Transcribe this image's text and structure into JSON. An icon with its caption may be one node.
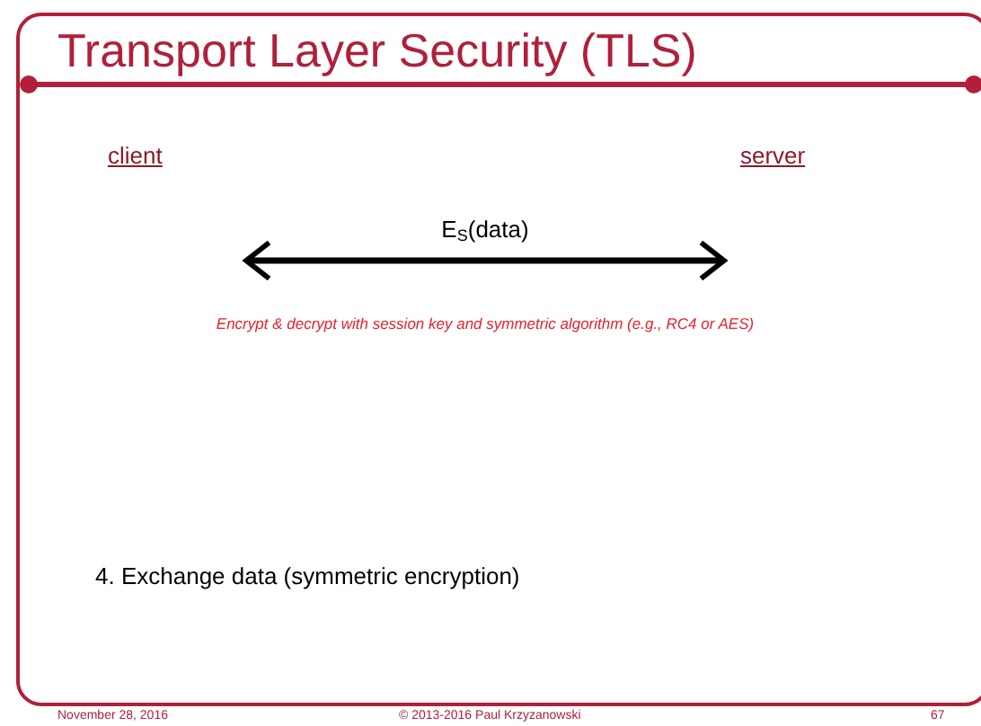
{
  "diagram": {
    "title": "Transport Layer Security (TLS)",
    "nodes": [
      {
        "text": [
          "client"
        ]
      },
      {
        "text": [
          "server"
        ]
      }
    ],
    "edges": [
      {
        "from": 0,
        "to": 1,
        "arrow": "both",
        "label": "E$_{S}$(data)"
      }
    ],
    "labels": [
      "Encrypt & decrypt with session key and symmetric algorithm (e.g., RC4 or AES)",
      "4. Exchange data (symmetric encryption)",
      "November 28, 2016",
      "© 2013-2016 Paul Krzyzanowski",
      "67"
    ]
  }
}
